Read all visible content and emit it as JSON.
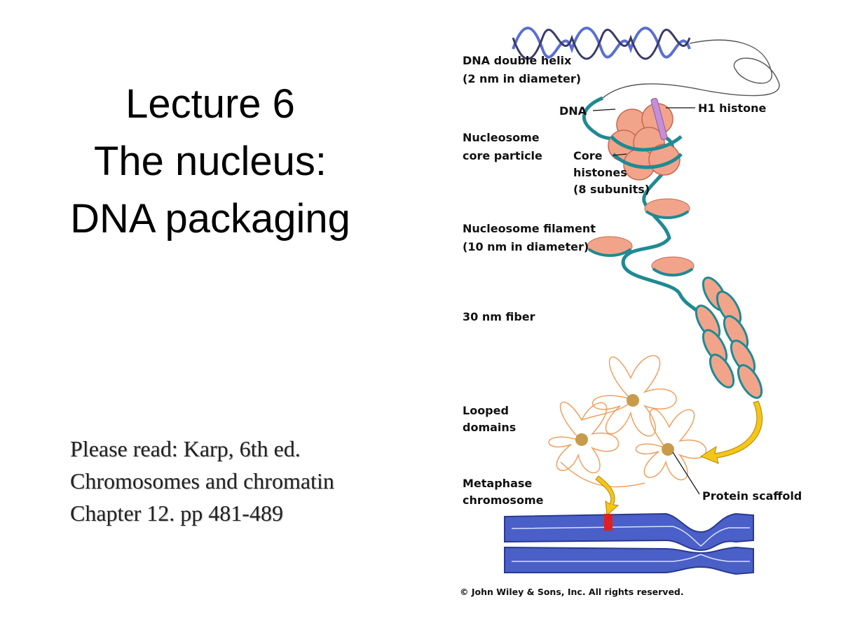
{
  "slide": {
    "title_lines": [
      "Lecture 6",
      "The nucleus:",
      "DNA packaging"
    ],
    "reading_lines": [
      "Please read: Karp, 6th ed.",
      "Chromosomes and chromatin",
      "Chapter 12. pp 481-489"
    ]
  },
  "figure": {
    "labels": {
      "helix_line1": "DNA double helix",
      "helix_line2": "(2 nm in diameter)",
      "dna": "DNA",
      "h1": "H1 histone",
      "nucleosome_line1": "Nucleosome",
      "nucleosome_line2": "core particle",
      "core_line1": "Core",
      "core_line2": "histones",
      "core_line3": "(8 subunits)",
      "filament_line1": "Nucleosome filament",
      "filament_line2": "(10 nm in diameter)",
      "fiber": "30 nm fiber",
      "looped_line1": "Looped",
      "looped_line2": "domains",
      "metaphase_line1": "Metaphase",
      "metaphase_line2": "chromosome",
      "scaffold": "Protein scaffold"
    },
    "copyright": "© John Wiley & Sons, Inc. All rights reserved.",
    "colors": {
      "dna_strand": "#1f8a93",
      "histone": "#f2a48a",
      "loops": "#f0a060",
      "chromosome": "#4a5fc8",
      "arrow": "#f5c518",
      "band": "#e02020",
      "h1": "#c58fd8"
    }
  }
}
